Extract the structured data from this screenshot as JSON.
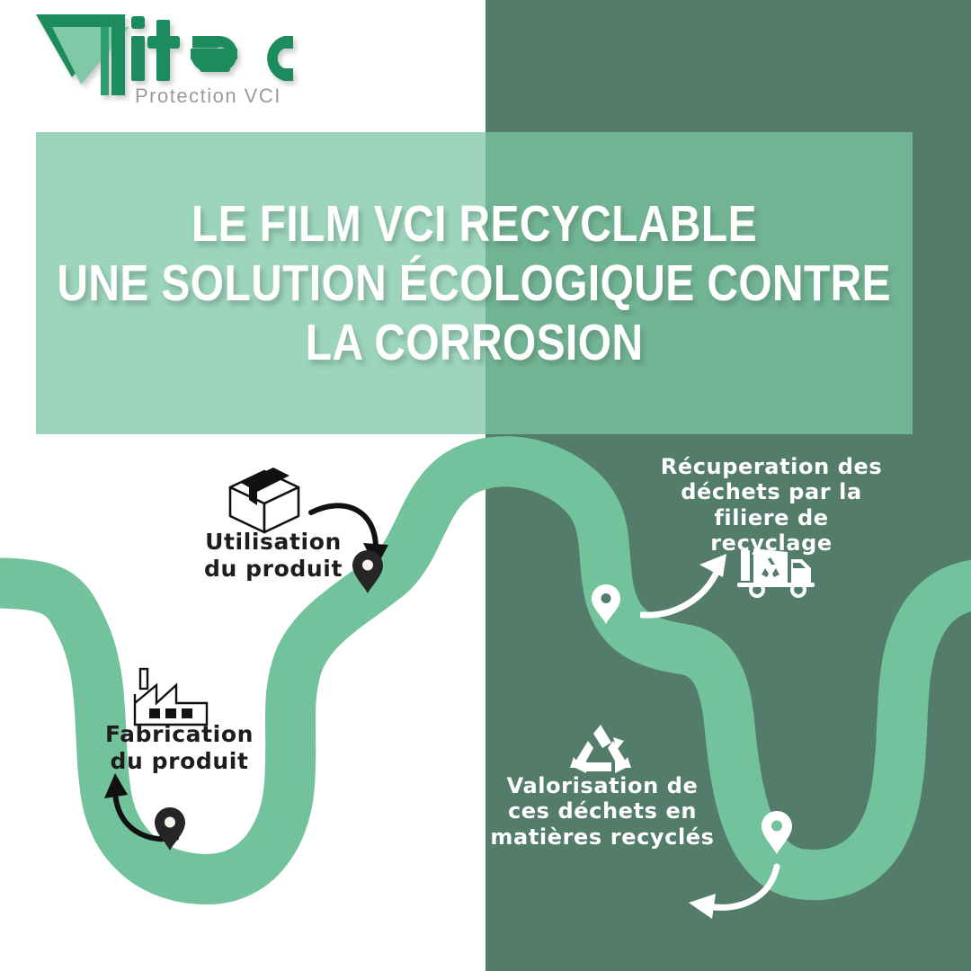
{
  "brand": {
    "name": "itec",
    "tagline": "Protection VCI",
    "logo_mark": "triangle-chevron-logo",
    "mark_color_dark": "#1E8C5F",
    "mark_color_light": "#7FC9A6",
    "wordmark_color": "#1E8C5F",
    "tagline_color": "#9A9A9A"
  },
  "colors": {
    "background_left": "#FFFFFF",
    "background_right": "#547C6B",
    "band_left": "#9CD4BC",
    "band_right": "#71B494",
    "road": "#72C29C",
    "road_dash": "#FFFFFF",
    "title_text": "#FFFFFF",
    "label_dark": "#1D1D1D",
    "label_light": "#FFFFFF",
    "pin_dark": "#262626",
    "pin_light": "#FFFFFF"
  },
  "title": {
    "line1": "LE FILM VCI RECYCLABLE",
    "line2": "UNE SOLUTION ÉCOLOGIQUE CONTRE",
    "line3": "LA CORROSION"
  },
  "journey": {
    "steps": [
      {
        "id": "fabrication",
        "label": "Fabrication\ndu produit",
        "icon": "factory-icon",
        "theme": "dark",
        "pin": "map-pin-dark-icon",
        "arrow": "curved-arrow-up-left-icon"
      },
      {
        "id": "utilisation",
        "label": "Utilisation\ndu produit",
        "icon": "package-box-icon",
        "theme": "dark",
        "pin": "map-pin-dark-icon",
        "arrow": "curved-arrow-down-right-icon"
      },
      {
        "id": "recuperation",
        "label": "Récuperation des\ndéchets par la\nfiliere de recyclage",
        "icon": "recycling-truck-icon",
        "theme": "light",
        "pin": "map-pin-light-icon",
        "arrow": "curved-arrow-up-right-icon"
      },
      {
        "id": "valorisation",
        "label": "Valorisation de\nces déchets en\nmatières recyclés",
        "icon": "recycle-symbol-icon",
        "theme": "light",
        "pin": "map-pin-light-icon",
        "arrow": "curved-arrow-left-icon"
      }
    ]
  }
}
